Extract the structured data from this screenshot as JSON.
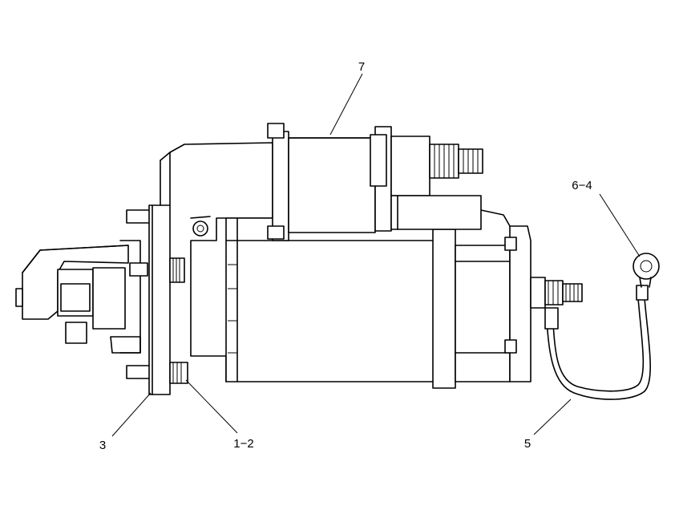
{
  "callouts": {
    "c7": "7",
    "c6_4": "6−4",
    "c3": "3",
    "c1_2": "1−2",
    "c5": "5"
  },
  "colors": {
    "line": "#000000",
    "background": "#ffffff"
  }
}
